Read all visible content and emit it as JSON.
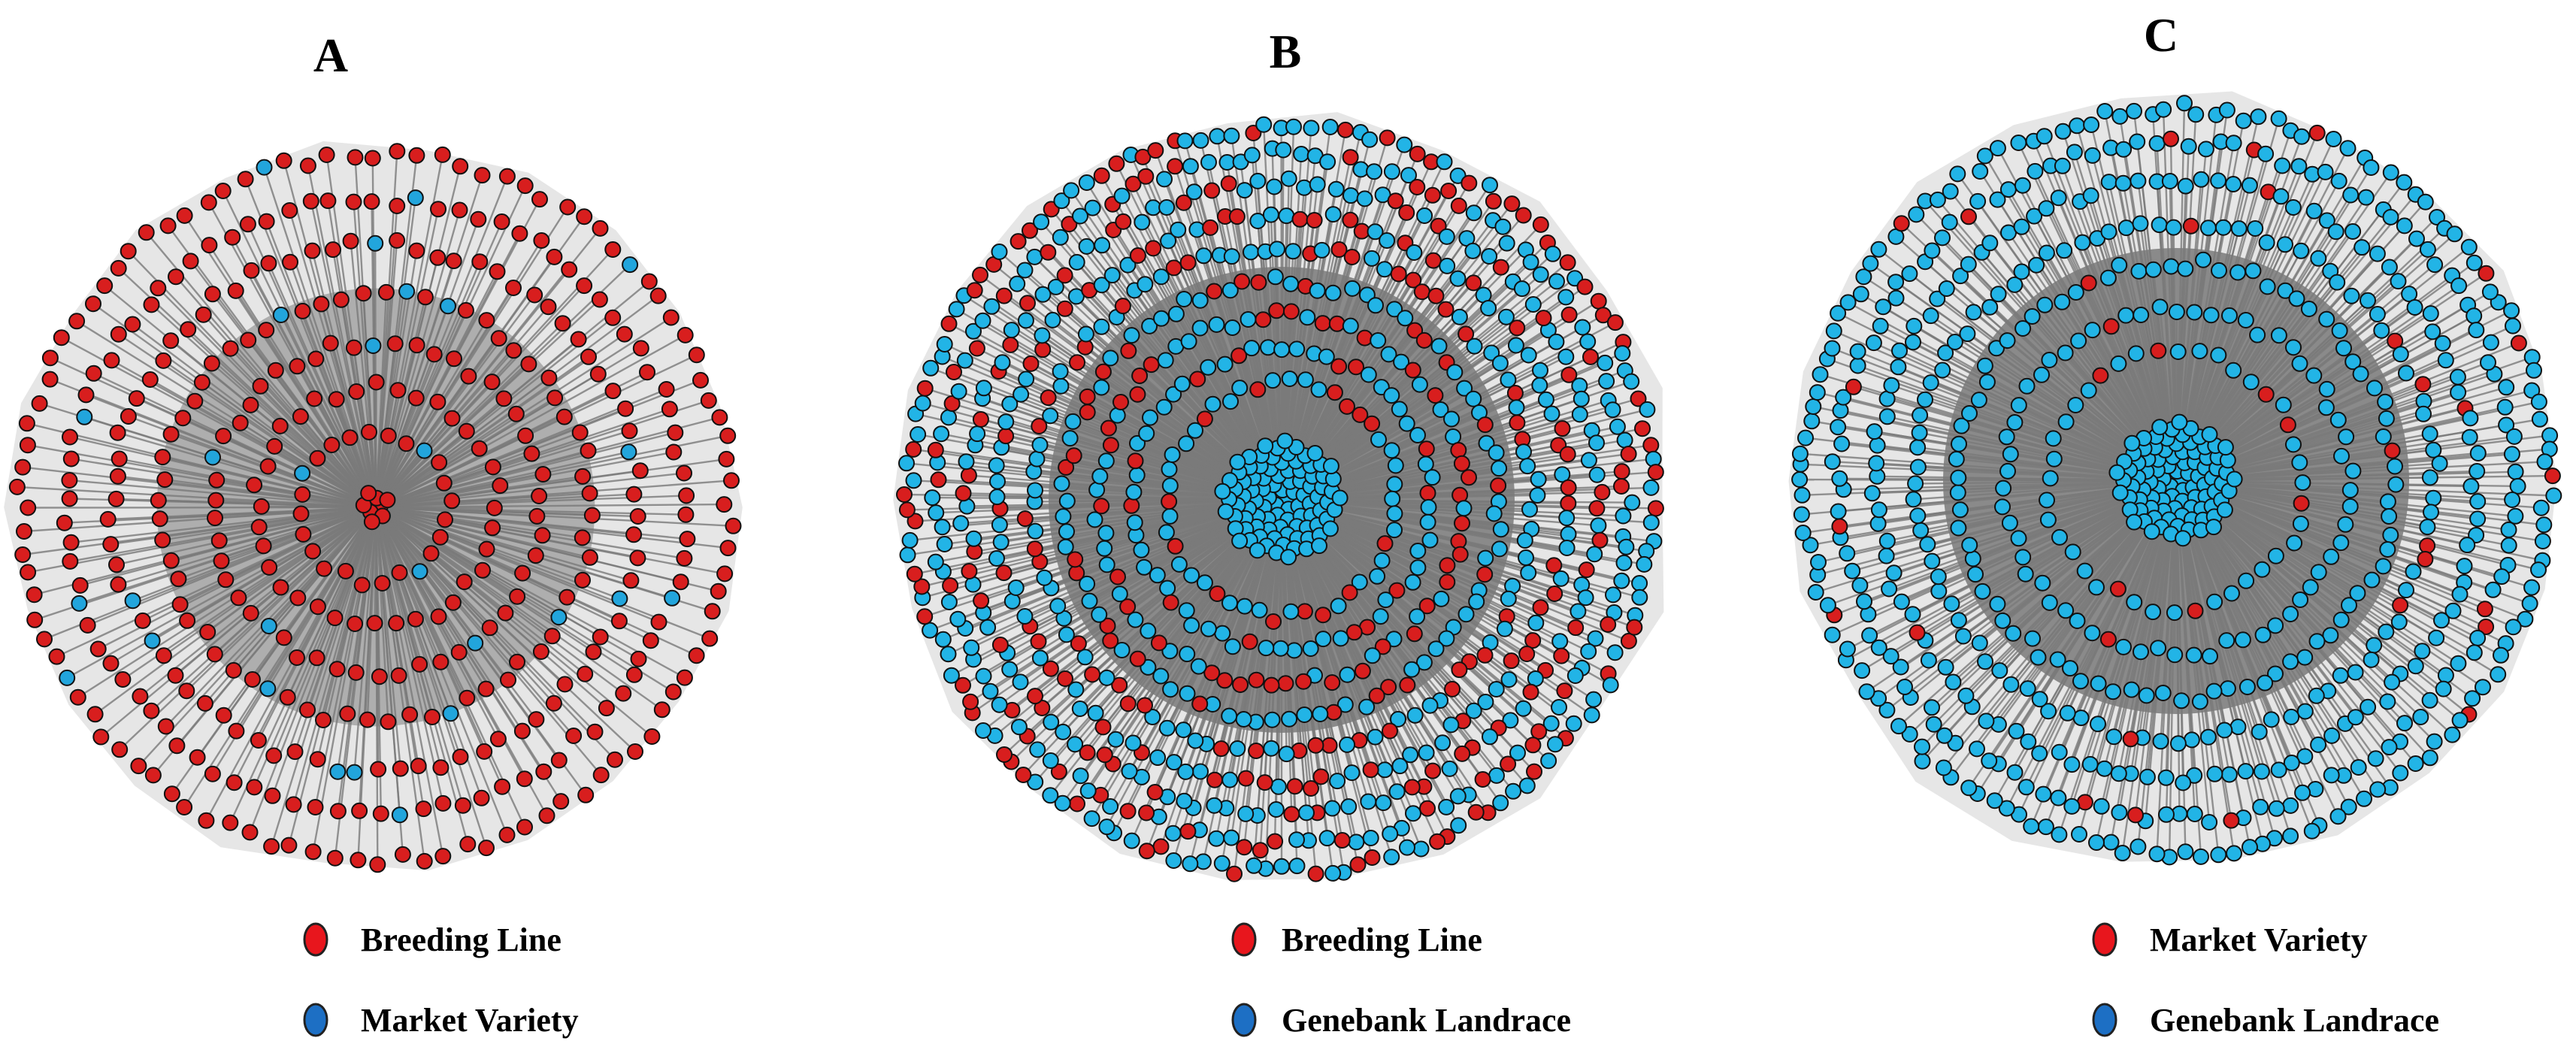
{
  "figure": {
    "panels": [
      {
        "id": "panel-a",
        "label": "A",
        "legend": [
          {
            "label": "Breeding Line",
            "color": "#e8161d"
          },
          {
            "label": "Market Variety",
            "color": "#1d6fc4"
          }
        ],
        "node_mix": [
          {
            "group": "Breeding Line",
            "color": "#d81e1e",
            "share": 0.93
          },
          {
            "group": "Market Variety",
            "color": "#22a5dc",
            "share": 0.07
          }
        ],
        "core": {
          "group": "Breeding Line",
          "color": "#d81e1e"
        }
      },
      {
        "id": "panel-b",
        "label": "B",
        "legend": [
          {
            "label": "Breeding Line",
            "color": "#e8161d"
          },
          {
            "label": "Genebank Landrace",
            "color": "#1d6fc4"
          }
        ],
        "node_mix": [
          {
            "group": "Breeding Line",
            "color": "#d81e1e",
            "share": 0.38
          },
          {
            "group": "Genebank Landrace",
            "color": "#22b4e6",
            "share": 0.62
          }
        ],
        "core": {
          "group": "Genebank Landrace",
          "color": "#22b4e6"
        }
      },
      {
        "id": "panel-c",
        "label": "C",
        "legend": [
          {
            "label": "Market Variety",
            "color": "#e8161d"
          },
          {
            "label": "Genebank Landrace",
            "color": "#1d6fc4"
          }
        ],
        "node_mix": [
          {
            "group": "Market Variety",
            "color": "#d81e1e",
            "share": 0.06
          },
          {
            "group": "Genebank Landrace",
            "color": "#22b4e6",
            "share": 0.94
          }
        ],
        "core": {
          "group": "Genebank Landrace",
          "color": "#22b4e6"
        }
      }
    ],
    "colors": {
      "hull_fill": "#e6e6e6",
      "edge_color": "#7a7a7a",
      "node_stroke": "#111111"
    }
  }
}
